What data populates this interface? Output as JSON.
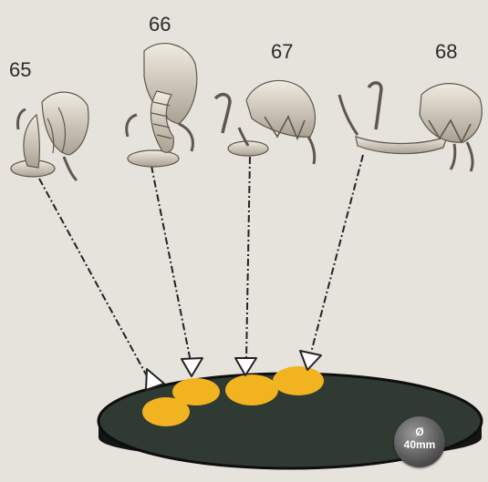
{
  "parts": [
    {
      "number": "65",
      "icon": "tyranid-head-part-65",
      "slot": 1
    },
    {
      "number": "66",
      "icon": "tyranid-head-part-66",
      "slot": 2
    },
    {
      "number": "67",
      "icon": "tyranid-head-part-67",
      "slot": 3
    },
    {
      "number": "68",
      "icon": "tyranid-head-part-68",
      "slot": 4
    }
  ],
  "base": {
    "diameter_symbol": "Ø",
    "diameter_label": "40mm",
    "top_color": "#2f3a33",
    "rim_color": "#151515",
    "marker_color": "#f2b321"
  },
  "colors": {
    "background": "#e6e3dc",
    "part_bone": "#d9d2c4",
    "arrow": "#222222"
  }
}
